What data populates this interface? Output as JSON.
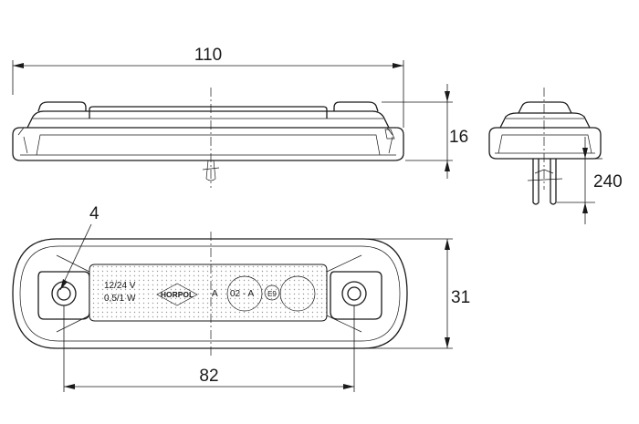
{
  "dimensions": {
    "length": "110",
    "height": "16",
    "cable_length": "240",
    "hole_diameter": "4",
    "width": "31",
    "hole_spacing": "82"
  },
  "lamp_markings": {
    "voltage": "12/24 V",
    "power": "0,5/1 W",
    "brand": "HORPOL",
    "mark_a1": "A",
    "approval": "02 - A",
    "e_mark": "E9"
  }
}
